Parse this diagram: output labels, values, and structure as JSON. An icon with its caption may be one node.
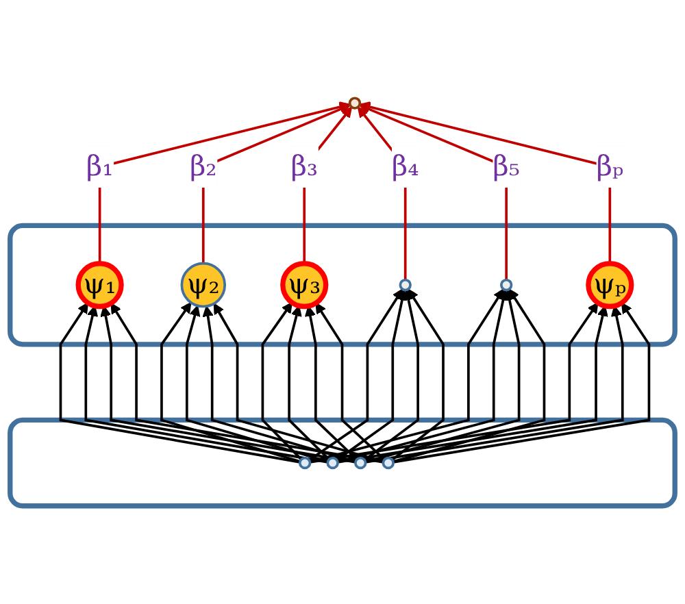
{
  "diagram": {
    "nodes": [
      {
        "text": [],
        "shape": "circle"
      },
      {
        "text": [],
        "shape": "box"
      },
      {
        "text": [
          "ψ₁"
        ],
        "in": 1
      },
      {
        "text": [
          "ψ₂"
        ],
        "in": 1
      },
      {
        "text": [
          "ψ₃"
        ],
        "in": 1
      },
      {
        "text": [],
        "shape": "circle",
        "in": 1
      },
      {
        "text": [],
        "shape": "circle",
        "in": 1
      },
      {
        "text": [
          "ψₚ"
        ],
        "in": 1
      },
      {
        "text": [],
        "shape": "box"
      },
      {
        "text": [],
        "shape": "circle",
        "in": 8
      },
      {
        "text": [],
        "shape": "circle",
        "in": 8
      },
      {
        "text": [],
        "shape": "circle",
        "in": 8
      },
      {
        "text": [],
        "shape": "circle",
        "in": 8
      }
    ],
    "edges": [
      {
        "from": 2,
        "to": 0,
        "arrow": "to",
        "label": "β₁",
        "color": "#c00000"
      },
      {
        "from": 3,
        "to": 0,
        "arrow": "to",
        "label": "β₂",
        "color": "#c00000"
      },
      {
        "from": 4,
        "to": 0,
        "arrow": "to",
        "label": "β₃",
        "color": "#c00000"
      },
      {
        "from": 5,
        "to": 0,
        "arrow": "to",
        "label": "β₄",
        "color": "#c00000"
      },
      {
        "from": 6,
        "to": 0,
        "arrow": "to",
        "label": "β₅",
        "color": "#c00000"
      },
      {
        "from": 7,
        "to": 0,
        "arrow": "to",
        "label": "βₚ",
        "color": "#c00000"
      },
      {
        "from": 9,
        "to": 2,
        "arrow": "to"
      },
      {
        "from": 9,
        "to": 3,
        "arrow": "to"
      },
      {
        "from": 9,
        "to": 4,
        "arrow": "to"
      },
      {
        "from": 9,
        "to": 5,
        "arrow": "to"
      },
      {
        "from": 9,
        "to": 6,
        "arrow": "to"
      },
      {
        "from": 9,
        "to": 7,
        "arrow": "to"
      },
      {
        "from": 10,
        "to": 2,
        "arrow": "to"
      },
      {
        "from": 10,
        "to": 3,
        "arrow": "to"
      },
      {
        "from": 10,
        "to": 4,
        "arrow": "to"
      },
      {
        "from": 10,
        "to": 5,
        "arrow": "to"
      },
      {
        "from": 10,
        "to": 6,
        "arrow": "to"
      },
      {
        "from": 10,
        "to": 7,
        "arrow": "to"
      },
      {
        "from": 11,
        "to": 2,
        "arrow": "to"
      },
      {
        "from": 11,
        "to": 3,
        "arrow": "to"
      },
      {
        "from": 11,
        "to": 4,
        "arrow": "to"
      },
      {
        "from": 11,
        "to": 5,
        "arrow": "to"
      },
      {
        "from": 11,
        "to": 6,
        "arrow": "to"
      },
      {
        "from": 11,
        "to": 7,
        "arrow": "to"
      },
      {
        "from": 12,
        "to": 2,
        "arrow": "to"
      },
      {
        "from": 12,
        "to": 3,
        "arrow": "to"
      },
      {
        "from": 12,
        "to": 4,
        "arrow": "to"
      },
      {
        "from": 12,
        "to": 5,
        "arrow": "to"
      },
      {
        "from": 12,
        "to": 6,
        "arrow": "to"
      },
      {
        "from": 12,
        "to": 7,
        "arrow": "to"
      }
    ]
  }
}
